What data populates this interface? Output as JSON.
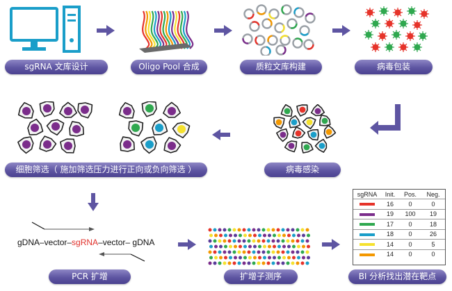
{
  "colors": {
    "label_bg": "#5e55a2",
    "arrow": "#5e55a2",
    "dot_palette": [
      "#e6332a",
      "#f39800",
      "#f5e12e",
      "#2fa84f",
      "#1a9ec9",
      "#7b2d8b",
      "#5a3c99"
    ]
  },
  "steps": {
    "design": "sgRNA 文库设计",
    "oligo": "Oligo Pool 合成",
    "plasmid": "质粒文库构建",
    "packaging": "病毒包装",
    "infection": "病毒感染",
    "screening": "细胞筛选（ 施加筛选压力进行正向或负向筛选 ）",
    "pcr": "PCR 扩增",
    "sequencing": "扩增子测序",
    "analysis": "BI 分析找出潜在靶点"
  },
  "icons": {
    "computer": "desktop-computer-icon",
    "oligo": "oligo-strands-icon",
    "plasmid": "plasmid-rings-icon",
    "virus": "virus-particles-icon",
    "cells": "cell-icon"
  },
  "pcr_sequence": {
    "part1": "gDNA–vector–",
    "highlight": "sgRNA",
    "part2": "–vector– gDNA"
  },
  "table": {
    "headers": [
      "sgRNA",
      "Init.",
      "Pos.",
      "Neg."
    ],
    "rows": [
      {
        "color": "#e6332a",
        "init": "16",
        "pos": "0",
        "neg": "0"
      },
      {
        "color": "#7b2d8b",
        "init": "19",
        "pos": "100",
        "neg": "19"
      },
      {
        "color": "#2fa84f",
        "init": "17",
        "pos": "0",
        "neg": "18"
      },
      {
        "color": "#1a9ec9",
        "init": "18",
        "pos": "0",
        "neg": "26"
      },
      {
        "color": "#f5e12e",
        "init": "14",
        "pos": "0",
        "neg": "5"
      },
      {
        "color": "#f39800",
        "init": "14",
        "pos": "0",
        "neg": "0"
      }
    ]
  }
}
